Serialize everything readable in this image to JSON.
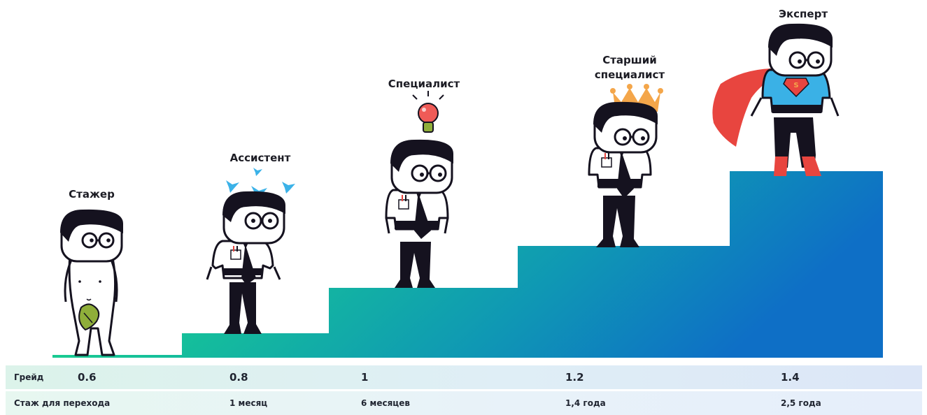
{
  "levels": [
    {
      "title": "Стажер",
      "grade": "0.6",
      "experience": ""
    },
    {
      "title": "Ассистент",
      "grade": "0.8",
      "experience": "1 месяц"
    },
    {
      "title": "Специалист",
      "grade": "1",
      "experience": "6 месяцев"
    },
    {
      "title": "Старший специалист",
      "grade": "1.2",
      "experience": "1,4 года"
    },
    {
      "title": "Эксперт",
      "grade": "1.4",
      "experience": "2,5 года"
    }
  ],
  "table": {
    "grade_label": "Грейд",
    "experience_label": "Стаж для перехода"
  },
  "colors": {
    "stairs_start": "#1fd88a",
    "stairs_end": "#0e72c4",
    "suit": "#15121f",
    "shirt": "#ffffff",
    "hero_shirt": "#3ab1e6",
    "cape": "#e8453f",
    "crown": "#f4a64a",
    "bulb": "#ef5b57",
    "birds": "#3bb2e8",
    "leaf": "#8fae3a"
  }
}
